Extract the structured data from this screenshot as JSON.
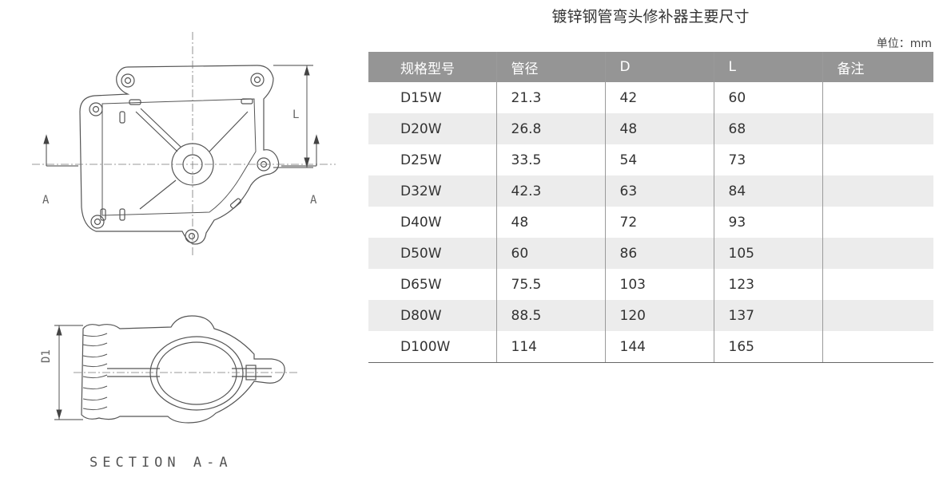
{
  "title": "镀锌钢管弯头修补器主要尺寸",
  "unit": "单位：mm",
  "drawing": {
    "section_label": "SECTION A-A",
    "mark_a_left": "A",
    "mark_a_right": "A",
    "mark_l": "L",
    "mark_d1": "D1"
  },
  "table": {
    "headers": [
      "规格型号",
      "管径",
      "D",
      "L",
      "备注"
    ],
    "rows": [
      [
        "D15W",
        "21.3",
        "42",
        "60",
        ""
      ],
      [
        "D20W",
        "26.8",
        "48",
        "68",
        ""
      ],
      [
        "D25W",
        "33.5",
        "54",
        "73",
        ""
      ],
      [
        "D32W",
        "42.3",
        "63",
        "84",
        ""
      ],
      [
        "D40W",
        "48",
        "72",
        "93",
        ""
      ],
      [
        "D50W",
        "60",
        "86",
        "105",
        ""
      ],
      [
        "D65W",
        "75.5",
        "103",
        "123",
        ""
      ],
      [
        "D80W",
        "88.5",
        "120",
        "137",
        ""
      ],
      [
        "D100W",
        "114",
        "144",
        "165",
        ""
      ]
    ]
  }
}
